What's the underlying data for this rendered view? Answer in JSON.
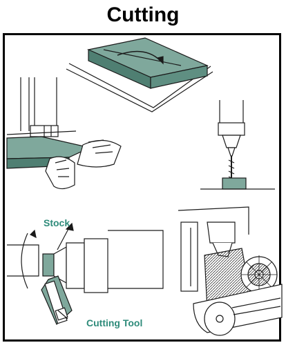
{
  "title": "Cutting",
  "labels": {
    "stock": "Stock",
    "cutting_tool": "Cutting Tool"
  },
  "colors": {
    "ink": "#1a1a1a",
    "stock_fill": "#7fa89c",
    "label": "#2e8b7a"
  },
  "panels": [
    {
      "name": "table-saw-board",
      "icon": "board-with-arrow"
    },
    {
      "name": "band-saw-hands",
      "icon": "hands-pushing-board"
    },
    {
      "name": "drill-press",
      "icon": "drill-bit-into-block"
    },
    {
      "name": "lathe-turning",
      "icon": "lathe-stock-and-tool"
    },
    {
      "name": "milling-machine",
      "icon": "gear-milling-cutter"
    }
  ]
}
